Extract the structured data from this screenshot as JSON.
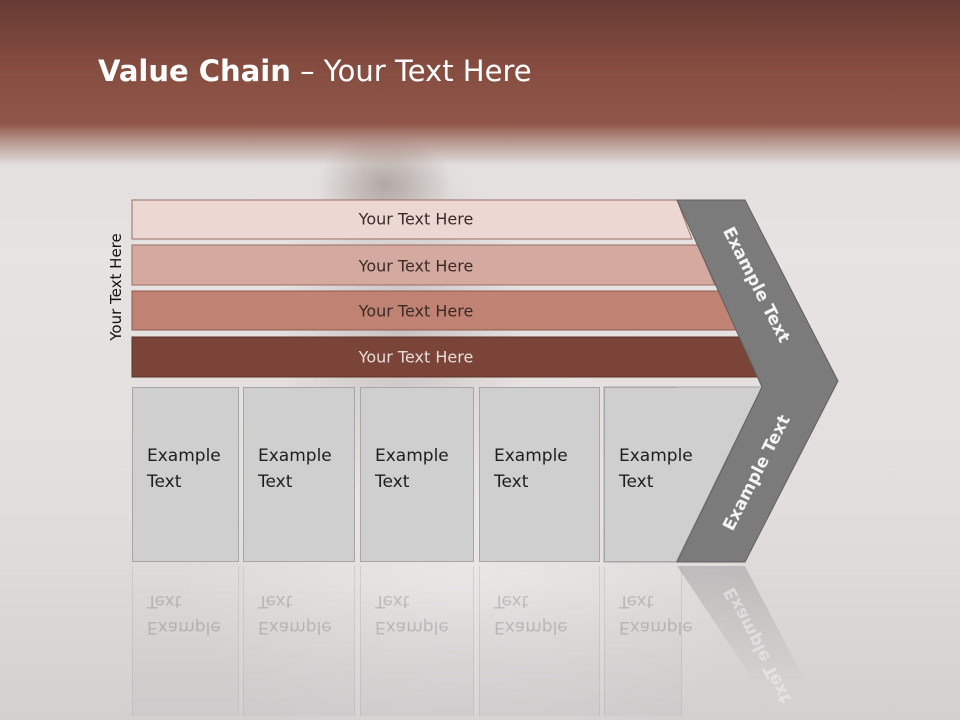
{
  "slide": {
    "title_bold": "Value Chain",
    "title_rest": " – Your Text Here",
    "side_label": "Your Text Here"
  },
  "bars": [
    {
      "label": "Your Text Here",
      "color": "#ecd8d2"
    },
    {
      "label": "Your Text Here",
      "color": "#d4aaa0"
    },
    {
      "label": "Your Text Here",
      "color": "#c08272"
    },
    {
      "label": "Your Text Here",
      "color": "#7a4438"
    }
  ],
  "boxes": [
    {
      "label": "Example\nText"
    },
    {
      "label": "Example\nText"
    },
    {
      "label": "Example\nText"
    },
    {
      "label": "Example\nText"
    },
    {
      "label": "Example\nText"
    }
  ],
  "chevron": {
    "upper_label": "Example Text",
    "lower_label": "Example Text",
    "color": "#7b7b7b"
  }
}
